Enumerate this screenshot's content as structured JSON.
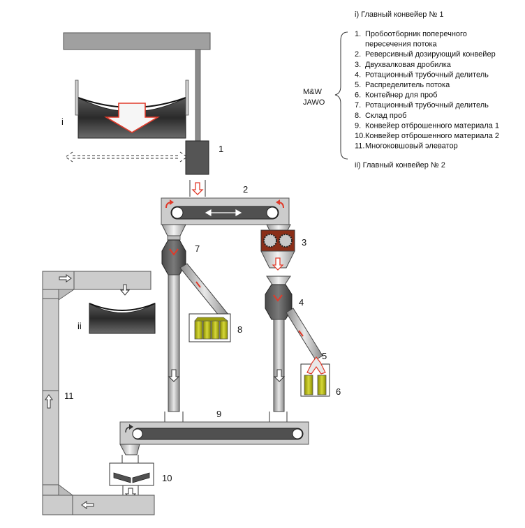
{
  "legend": {
    "main_conveyor_1": "i)  Главный конвейер № 1",
    "main_conveyor_2": "ii)  Главный конвейер № 2",
    "group_label_1": "M&W",
    "group_label_2": "JAWO",
    "items": [
      {
        "num": "1.",
        "text": "Пробоотборник поперечного"
      },
      {
        "num": "",
        "text": "пересечения потока"
      },
      {
        "num": "2.",
        "text": "Реверсивный дозирующий конвейер"
      },
      {
        "num": "3.",
        "text": "Двухвалковая дробилка"
      },
      {
        "num": "4.",
        "text": "Ротационный трубочный делитель"
      },
      {
        "num": "5.",
        "text": "Распределитель потока"
      },
      {
        "num": "6.",
        "text": "Контейнер для проб"
      },
      {
        "num": "7.",
        "text": "Ротационный трубочный делитель"
      },
      {
        "num": "8.",
        "text": "Склад проб"
      },
      {
        "num": "9.",
        "text": "Конвейер отброшенного материала 1"
      },
      {
        "num": "10.",
        "text": "Конвейер отброшенного материала 2"
      },
      {
        "num": "11.",
        "text": "Многоковшовый элеватор"
      }
    ]
  },
  "labels": {
    "i": "i",
    "ii": "ii",
    "n1": "1",
    "n2": "2",
    "n3": "3",
    "n4": "4",
    "n5": "5",
    "n6": "6",
    "n7": "7",
    "n8": "8",
    "n9": "9",
    "n10": "10",
    "n11": "11"
  },
  "colors": {
    "frame": "#cccccc",
    "frame_stroke": "#555555",
    "dark": "#3f3f3f",
    "accent_red": "#e03a2a",
    "crusher": "#8a2e18",
    "sample_container": "#b5b800"
  }
}
